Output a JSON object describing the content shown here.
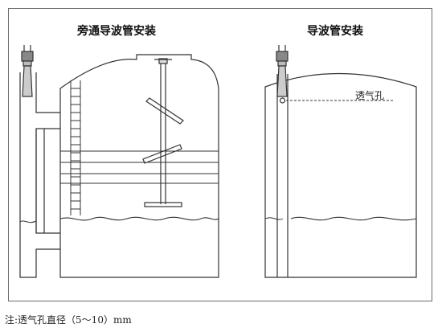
{
  "diagram": {
    "left_title": "旁通导波管安装",
    "right_title": "导波管安装",
    "vent_label": "透气孔",
    "note": "注:透气孔直径（5～10）mm"
  }
}
